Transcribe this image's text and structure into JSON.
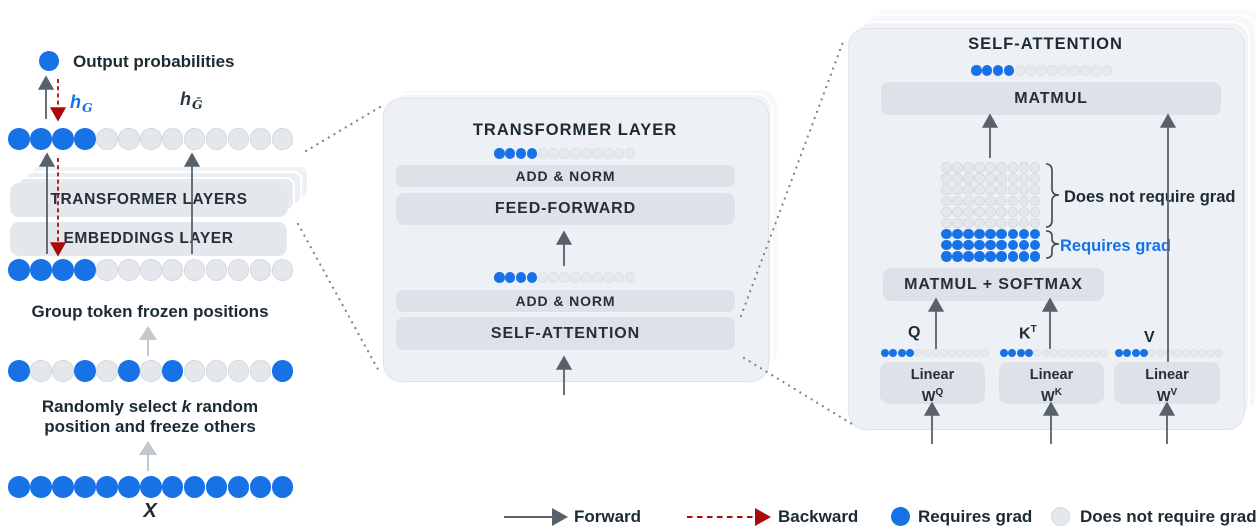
{
  "colors": {
    "accent_blue": "#1772e6",
    "inactive_gray": "#e4e7ec",
    "backward_red": "#ab0a0a",
    "text_dark": "#1c2b33",
    "panel_bg": "#edf0f4",
    "bar_bg": "#dee2e8"
  },
  "left": {
    "output_label": "Output probabilities",
    "h_group": {
      "base": "h",
      "sub": "G"
    },
    "h_nongroup": {
      "base": "h",
      "sub": "Ḡ"
    },
    "transformer_box": "TRANSFORMER LAYERS",
    "embeddings_box": "EMBEDDINGS LAYER",
    "caption_group": "Group token frozen positions",
    "caption_random": {
      "pre": "Randomly select ",
      "k": "k",
      "post": " random",
      "line2": "position and freeze others"
    },
    "x_label": "X",
    "rows": {
      "top": "BBBBGGGGGGGGG",
      "hidden": "BBBBGGGGGGGGG",
      "random": "BGGBGBGBGGGGB",
      "input": "BBBBBBBBBBBBB"
    }
  },
  "middle": {
    "title": "TRANSFORMER LAYER",
    "dots_out": "BBBBGGGGGGGGG",
    "dots_in": "BBBBGGGGGGGGG",
    "bars": [
      {
        "label": "ADD & NORM"
      },
      {
        "label": "FEED-FORWARD"
      },
      {
        "label": "ADD & NORM"
      },
      {
        "label": "SELF-ATTENTION"
      }
    ]
  },
  "right": {
    "title": "SELF-ATTENTION",
    "dots_out": "BBBBGGGGGGGGG",
    "matmul": "MATMUL",
    "matmul_softmax": "MATMUL + SOFTMAX",
    "grid": {
      "cols": 9,
      "gray_rows": 6,
      "blue_rows": 3
    },
    "grid_labels": {
      "nograd": "Does not require grad",
      "grad": "Requires grad"
    },
    "labels": {
      "q": "Q",
      "k_base": "K",
      "k_sup": "T",
      "v": "V"
    },
    "dots_q": "BBBBGGGGGGGGG",
    "dots_k": "BBBBGGGGGGGGG",
    "dots_v": "BBBBGGGGGGGGG",
    "linears": [
      {
        "line1": "Linear",
        "w": "W",
        "sup": "Q"
      },
      {
        "line1": "Linear",
        "w": "W",
        "sup": "K"
      },
      {
        "line1": "Linear",
        "w": "W",
        "sup": "V"
      }
    ]
  },
  "legend": {
    "items": [
      {
        "type": "arrow-solid",
        "label": "Forward"
      },
      {
        "type": "arrow-dashed-red",
        "label": "Backward"
      },
      {
        "type": "dot-blue",
        "label": "Requires grad"
      },
      {
        "type": "dot-gray",
        "label": "Does not require grad"
      }
    ]
  }
}
